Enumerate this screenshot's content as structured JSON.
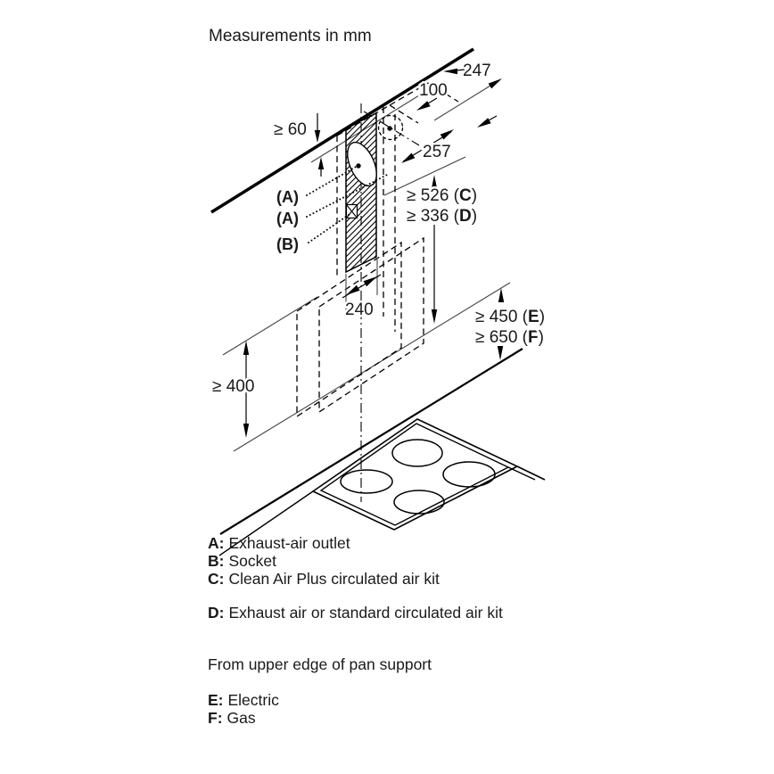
{
  "title": "Measurements in mm",
  "dims": {
    "d247": "247",
    "d100": "100",
    "d257": "257",
    "d60": "≥ 60",
    "d240": "240",
    "d400": "≥ 400",
    "c": {
      "prefix": "≥ 526 (",
      "letter": "C",
      "suffix": ")"
    },
    "d": {
      "prefix": "≥ 336 (",
      "letter": "D",
      "suffix": ")"
    },
    "e": {
      "prefix": "≥ 450 (",
      "letter": "E",
      "suffix": ")"
    },
    "f": {
      "prefix": "≥ 650 (",
      "letter": "F",
      "suffix": ")"
    }
  },
  "callouts": {
    "a1": "(A)",
    "a2": "(A)",
    "b": "(B)"
  },
  "legend": {
    "a": {
      "key": "A:",
      "text": "Exhaust-air outlet"
    },
    "b": {
      "key": "B:",
      "text": "Socket"
    },
    "c": {
      "key": "C:",
      "text": "Clean Air Plus circulated air kit"
    },
    "d": {
      "key": "D:",
      "text": "Exhaust air or standard circulated air kit"
    },
    "note": "From upper edge of pan support",
    "e": {
      "key": "E:",
      "text": "Electric"
    },
    "f": {
      "key": "F:",
      "text": "Gas"
    }
  },
  "colors": {
    "ink": "#1a1a1a",
    "line": "#000000",
    "thin_line": "#444444",
    "background": "#ffffff"
  }
}
